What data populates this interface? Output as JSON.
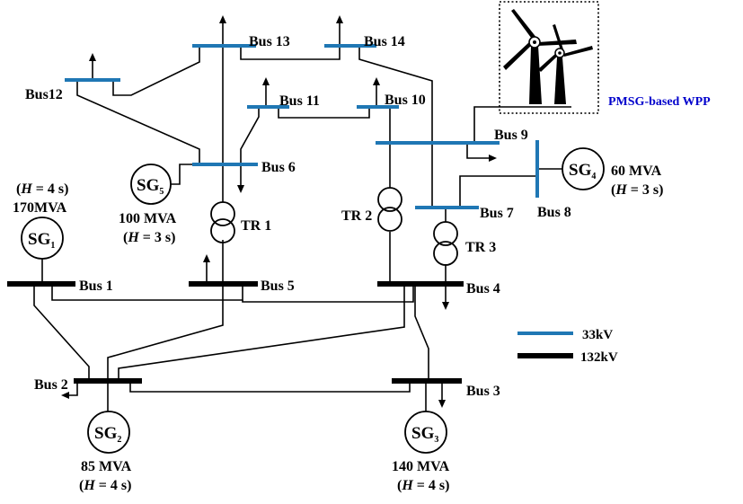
{
  "colors": {
    "bus_33kv": "#1f77b4",
    "bus_132kv": "#000000",
    "wpp_label": "#0000cc"
  },
  "buses": {
    "bus1": "Bus 1",
    "bus2": "Bus 2",
    "bus3": "Bus 3",
    "bus4": "Bus 4",
    "bus5": "Bus 5",
    "bus6": "Bus 6",
    "bus7": "Bus 7",
    "bus8": "Bus 8",
    "bus9": "Bus 9",
    "bus10": "Bus 10",
    "bus11": "Bus 11",
    "bus12": "Bus12",
    "bus13": "Bus 13",
    "bus14": "Bus 14"
  },
  "transformers": {
    "tr1": "TR 1",
    "tr2": "TR 2",
    "tr3": "TR 3"
  },
  "generators": {
    "sg1": {
      "main": "SG",
      "sub": "1",
      "rating": "170MVA",
      "inertia_open": "(",
      "inertia_h": "H",
      "inertia_rest": " = 4 s)"
    },
    "sg2": {
      "main": "SG",
      "sub": "2",
      "rating": "85 MVA",
      "inertia_open": "(",
      "inertia_h": "H",
      "inertia_rest": " = 4 s)"
    },
    "sg3": {
      "main": "SG",
      "sub": "3",
      "rating": "140 MVA",
      "inertia_open": "(",
      "inertia_h": "H",
      "inertia_rest": " = 4 s)"
    },
    "sg4": {
      "main": "SG",
      "sub": "4",
      "rating": "60 MVA",
      "inertia_open": "(",
      "inertia_h": "H",
      "inertia_rest": " = 3 s)"
    },
    "sg5": {
      "main": "SG",
      "sub": "5",
      "rating": "100 MVA",
      "inertia_open": "(",
      "inertia_h": "H",
      "inertia_rest": " = 3 s)"
    }
  },
  "wpp": {
    "label": "PMSG-based WPP",
    "icon": "wind-turbine-icon"
  },
  "legend": {
    "kv33": "33kV",
    "kv132": "132kV"
  }
}
